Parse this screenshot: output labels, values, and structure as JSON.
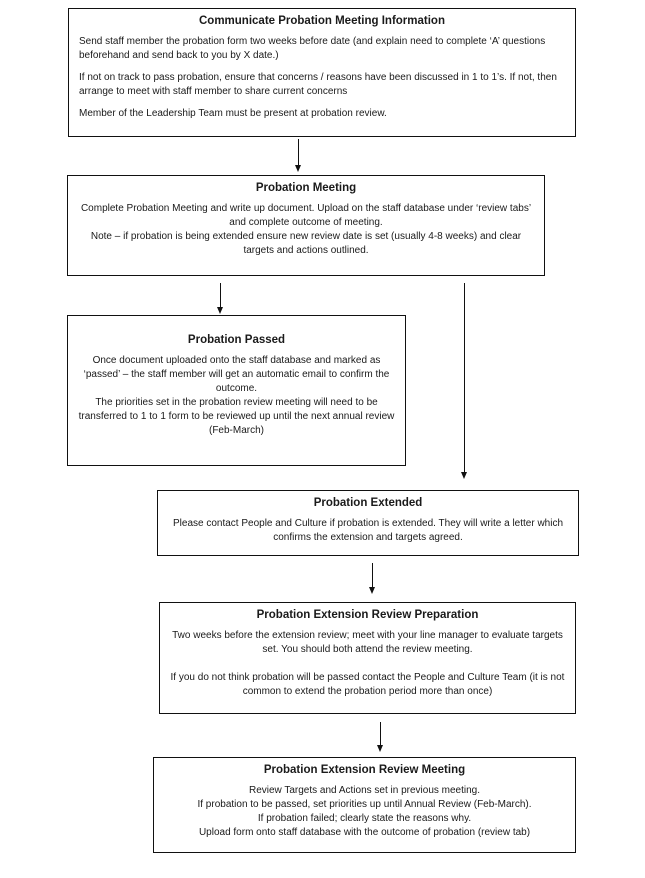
{
  "steps": [
    {
      "title": "Communicate Probation Meeting Information",
      "paragraphs": [
        "Send staff member the probation form two weeks before date (and explain need to complete ‘A’ questions beforehand and send back to you by X date.)",
        "If not on track to pass probation, ensure that concerns / reasons have been discussed in 1 to 1’s. If not, then arrange to meet with staff member to share current concerns",
        "Member of the Leadership Team must be present at probation review."
      ]
    },
    {
      "title": "Probation Meeting",
      "paragraphs": [
        "Complete Probation Meeting and write up document. Upload on the staff database under ‘review tabs’ and complete outcome of meeting.\nNote – if probation is being extended ensure new review date is set (usually 4-8 weeks) and clear targets and actions outlined."
      ]
    },
    {
      "title": "Probation Passed",
      "paragraphs": [
        "Once document uploaded onto the staff database and marked as ‘passed’ – the staff member will get an automatic email to confirm the outcome.\nThe priorities set in the probation review meeting will need to be transferred to 1 to 1 form to be reviewed up until the next annual review (Feb-March)"
      ]
    },
    {
      "title": "Probation Extended",
      "paragraphs": [
        "Please contact People and Culture if probation is extended. They will write a letter which confirms the extension and targets agreed."
      ]
    },
    {
      "title": "Probation Extension Review Preparation",
      "paragraphs": [
        "Two weeks before the extension review; meet with your line manager to evaluate targets set. You should both attend the review meeting.",
        "If you do not think probation will be passed contact the People and Culture Team (it is not common to extend the probation period more than once)"
      ]
    },
    {
      "title": "Probation Extension Review Meeting",
      "paragraphs": [
        "Review Targets and Actions set in previous meeting.\nIf probation to be passed, set priorities up until Annual Review (Feb-March).\nIf probation failed; clearly state the reasons why.\nUpload form onto staff database with the outcome of probation (review tab)"
      ]
    }
  ]
}
